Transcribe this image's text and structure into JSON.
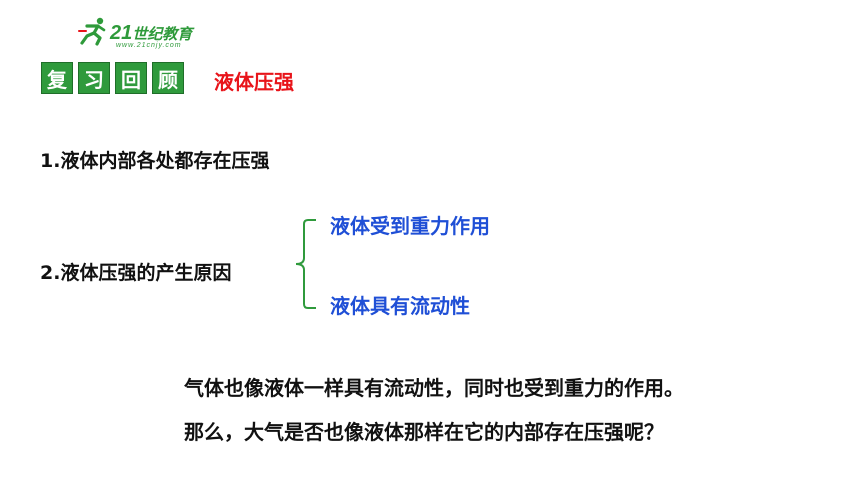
{
  "logo": {
    "number": "21",
    "name": "世纪教育",
    "url": "www.21cnjy.com",
    "runner_icon": "runner-icon",
    "color": "#2e9a3a"
  },
  "review_tiles": [
    "复",
    "习",
    "回",
    "顾"
  ],
  "topic": "液体压强",
  "points": {
    "p1": "1.液体内部各处都存在压强",
    "p2": "2.液体压强的产生原因"
  },
  "reasons": [
    "液体受到重力作用",
    "液体具有流动性"
  ],
  "paragraph": {
    "line1": "气体也像液体一样具有流动性，同时也受到重力的作用。",
    "line2": "那么，大气是否也像液体那样在它的内部存在压强呢？"
  },
  "colors": {
    "tile_green": "#2f9a3c",
    "topic_red": "#e8141a",
    "reason_blue": "#1f4fd6",
    "brace_green": "#2f9a3c"
  }
}
